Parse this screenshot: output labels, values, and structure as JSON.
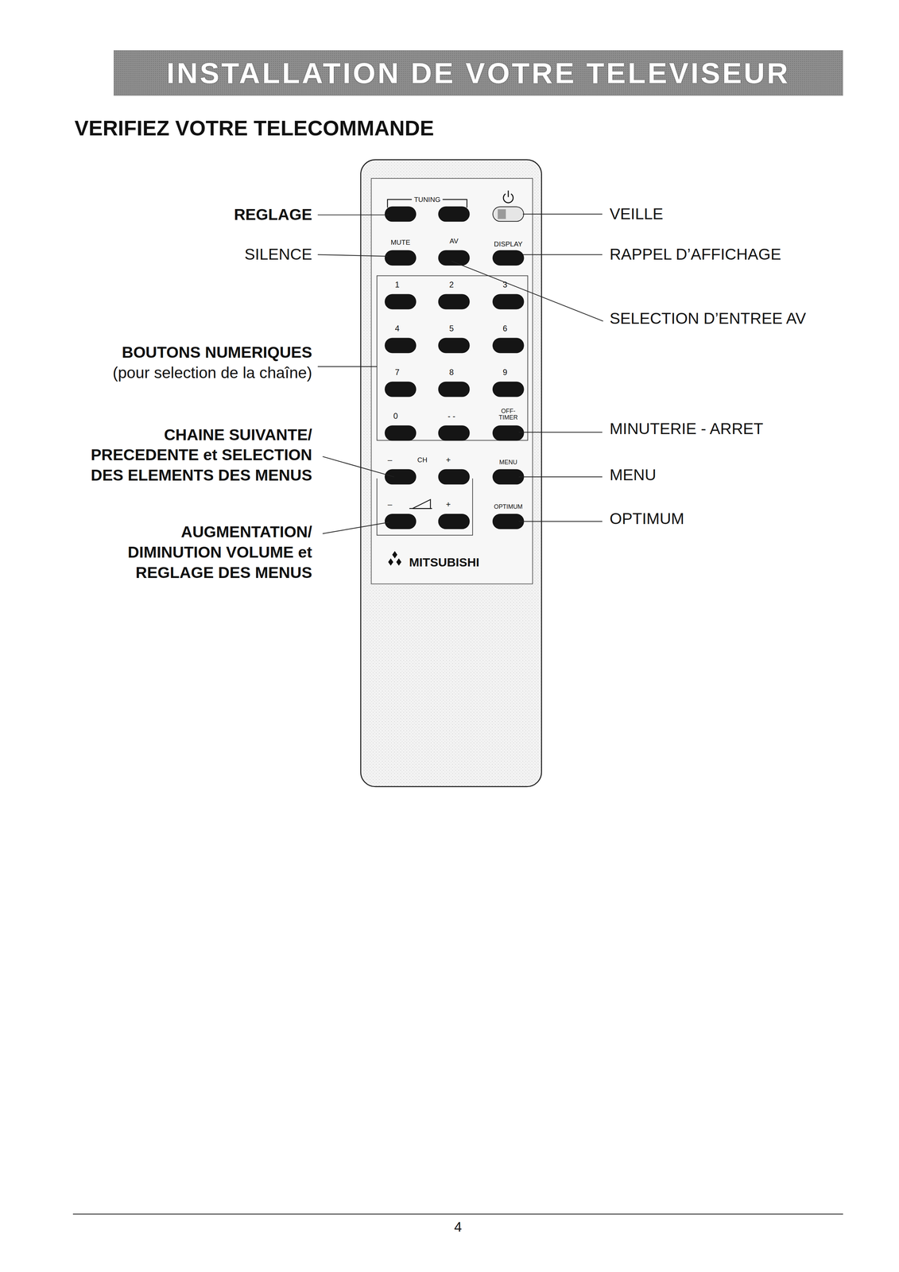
{
  "diagram": {
    "title": "VERIFIEZ VOTRE TELECOMMANDE",
    "nodes": [
      {
        "text": [
          "INSTALLATION DE VOTRE TELEVISEUR"
        ]
      }
    ],
    "labels": [
      "REGLAGE",
      "TUNING",
      "VEILLE",
      "SILENCE",
      "MUTE",
      "AV",
      "DISPLAY",
      "RAPPEL D’AFFICHAGE",
      "1",
      "2",
      "3",
      "SELECTION D’ENTREE AV",
      "4",
      "5",
      "6",
      "BOUTONS NUMERIQUES",
      "(pour selection de la chaîne)",
      "7",
      "8",
      "9",
      "CHAINE SUIVANTE/ PRECEDENTE et SELECTION DES ELEMENTS DES MENUS",
      "0",
      "- -",
      "OFF- TIMER",
      "MINUTERIE - ARRET",
      "–",
      "CH",
      "+",
      "MENU",
      "MENU",
      "AUGMENTATION/ DIMINUTION VOLUME et REGLAGE DES MENUS",
      "–",
      "+",
      "OPTIMUM",
      "OPTIMUM",
      "MITSUBISHI",
      "4"
    ]
  }
}
